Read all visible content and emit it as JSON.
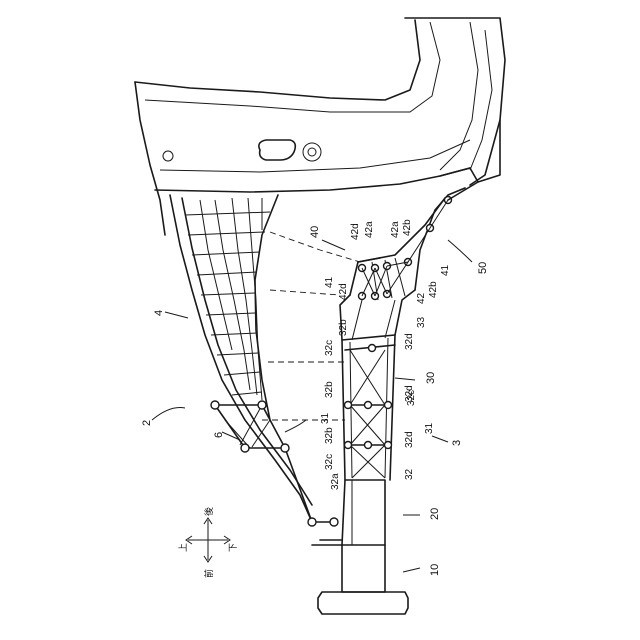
{
  "labels": {
    "l2": "2",
    "l3": "3",
    "l4": "4",
    "l6": "6",
    "l10": "10",
    "l20": "20",
    "l30": "30",
    "l31a": "31",
    "l31b": "31",
    "l32": "32",
    "l32a": "32a",
    "l32b_1": "32b",
    "l32b_2": "32b",
    "l32b_3": "32b",
    "l32c_1": "32c",
    "l32c_2": "32c",
    "l32c_3": "32c",
    "l32d_1": "32d",
    "l32d_2": "32d",
    "l32d_3": "32d",
    "l33": "33",
    "l40": "40",
    "l41a": "41",
    "l41b": "41",
    "l42": "42",
    "l42a_1": "42a",
    "l42a_2": "42a",
    "l42b_1": "42b",
    "l42b_2": "42b",
    "l42d_1": "42d",
    "l42d_2": "42d",
    "l50": "50"
  },
  "orientation": {
    "up": "上",
    "down": "下",
    "front": "前",
    "back": "後"
  }
}
